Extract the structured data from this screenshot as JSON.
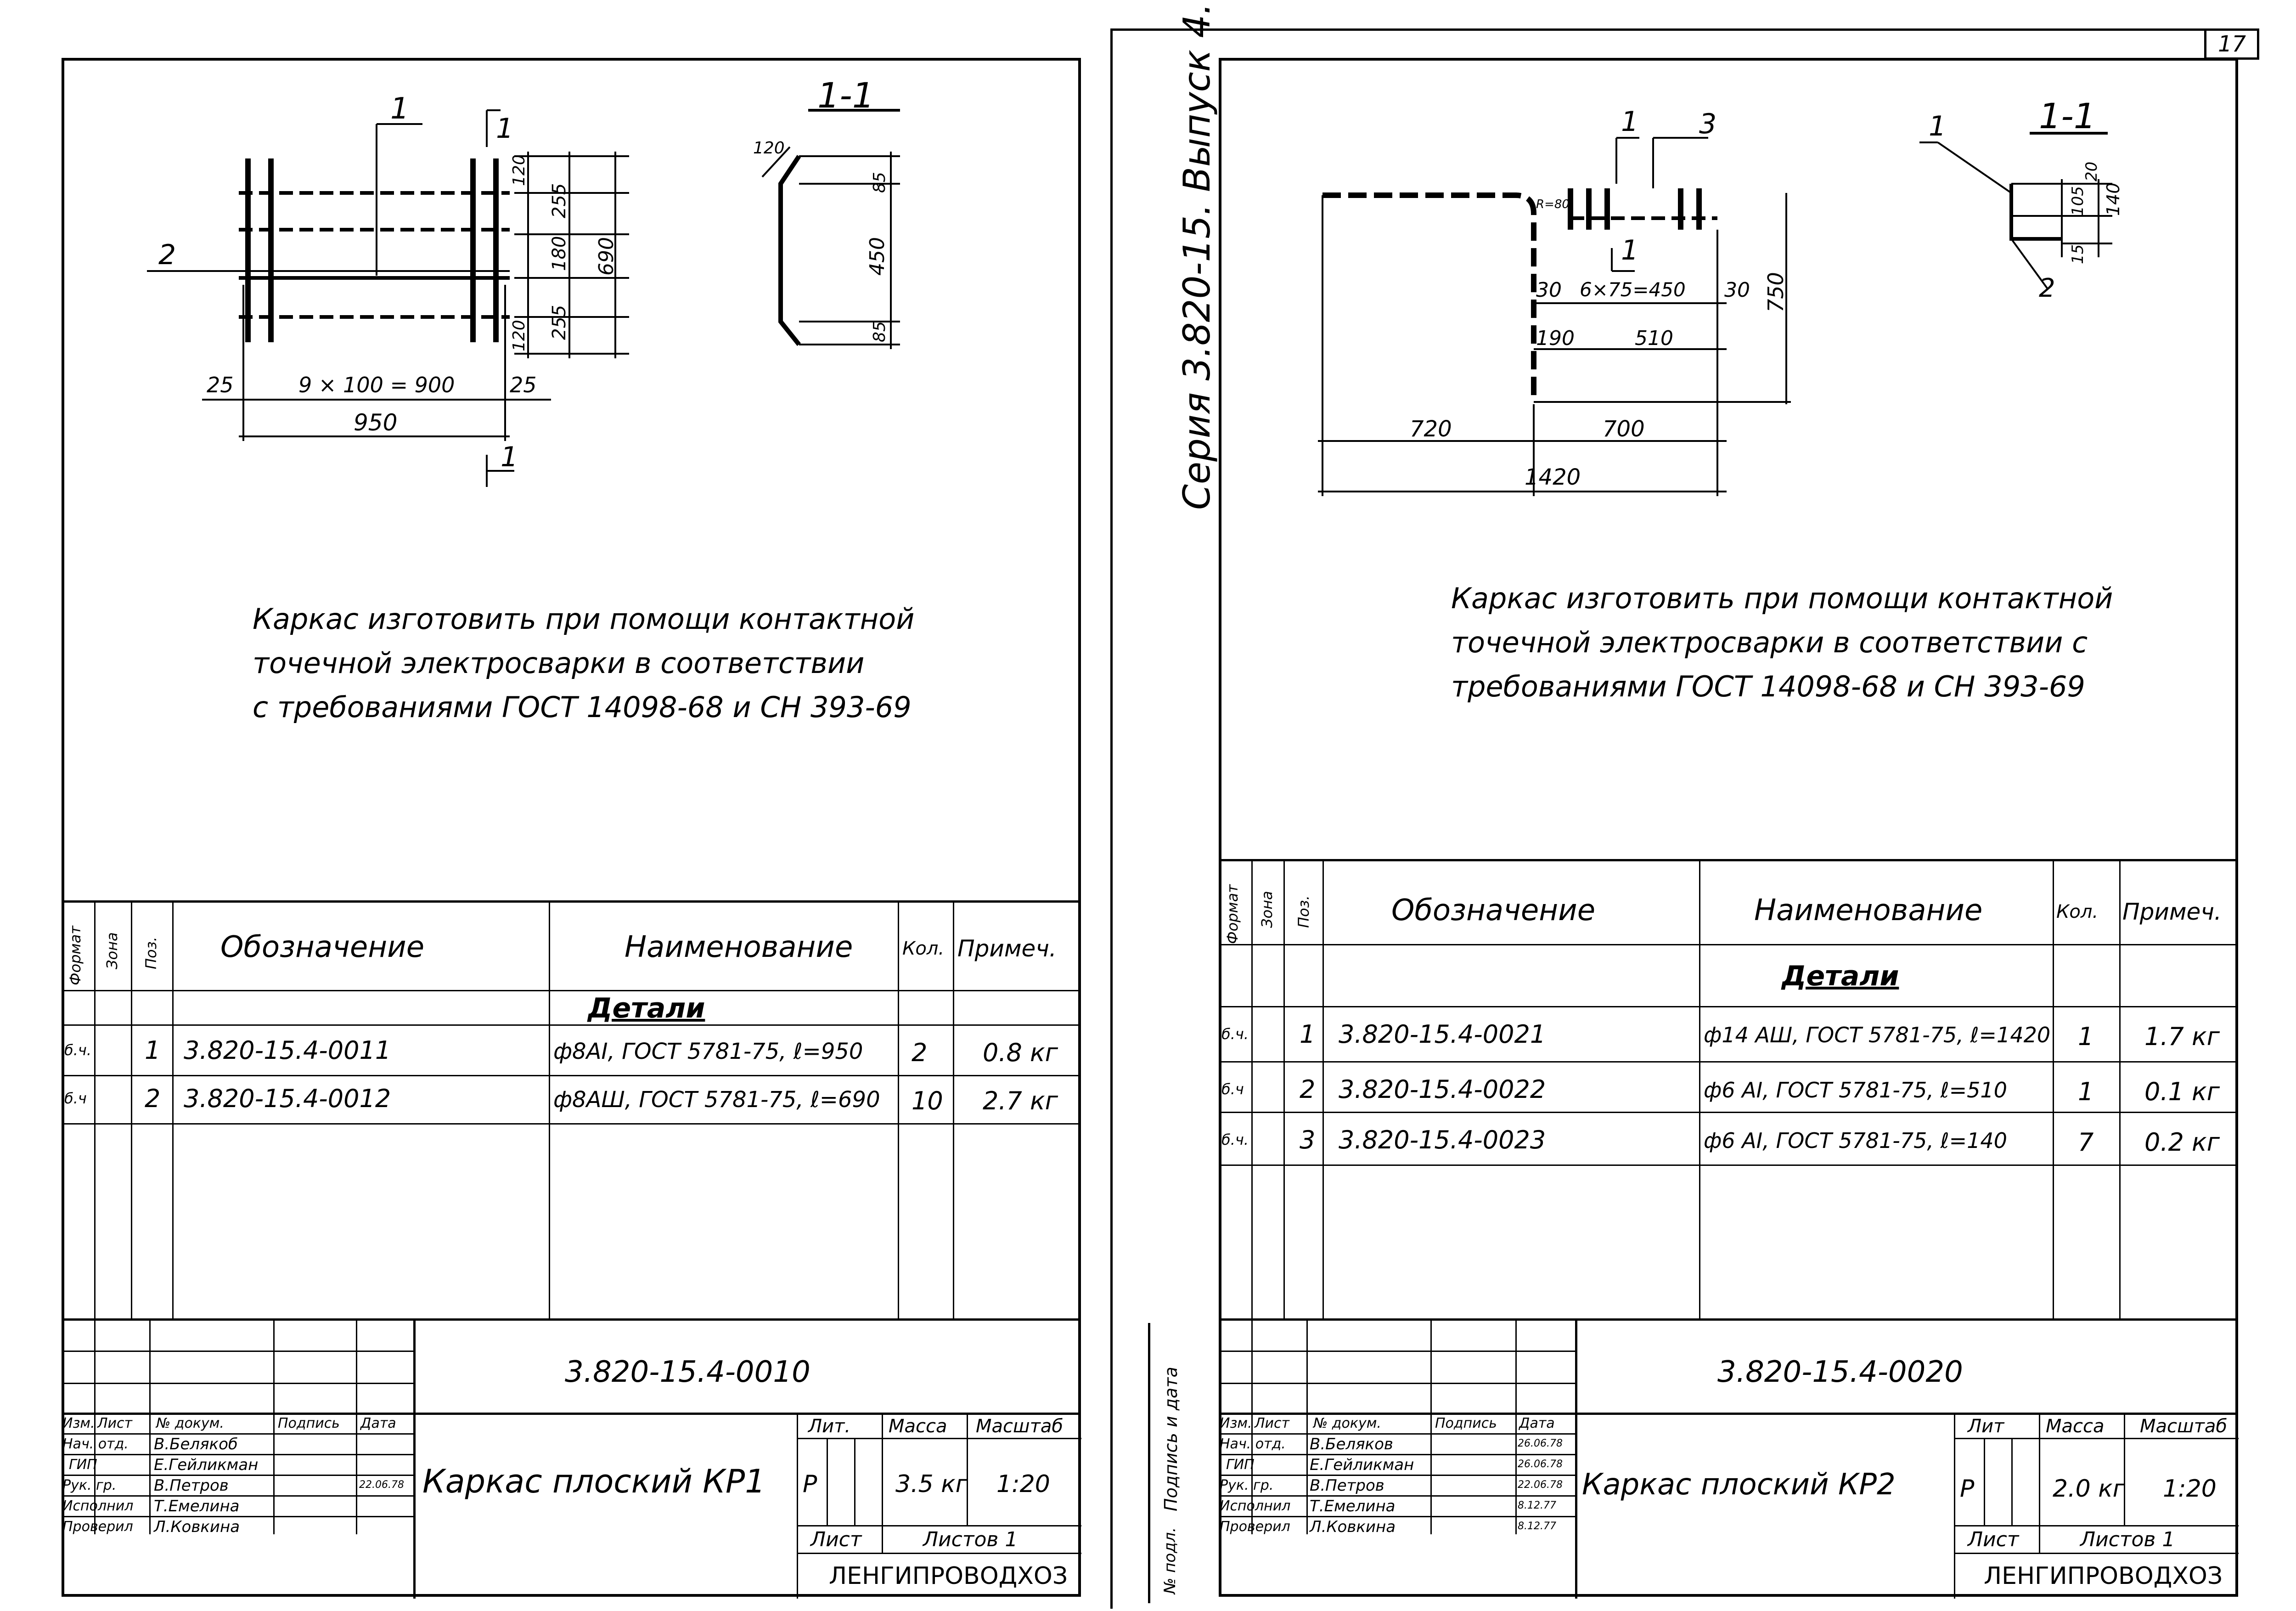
{
  "page_number": "17",
  "side_title": "Серия 3.820-15. Выпуск 4.",
  "left_sheet": {
    "section_label": "1-1",
    "cut_marks": [
      "1",
      "1",
      "1"
    ],
    "position_marks": [
      "2"
    ],
    "dims": {
      "d25a": "25",
      "d900": "9 × 100 = 900",
      "d25b": "25",
      "d950": "950",
      "d120a": "120",
      "d255a": "255",
      "d180": "180",
      "d255b": "255",
      "d120b": "120",
      "d690": "690",
      "s120": "120",
      "s85a": "85",
      "s450": "450",
      "s85b": "85"
    },
    "note": "Каркас изготовить при помощи контактной\nточечной электросварки в соответствии\nс требованиями ГОСТ 14098-68 и СН 393-69",
    "table": {
      "headers": {
        "format": "Формат",
        "zone": "Зона",
        "pos": "Поз.",
        "designation": "Обозначение",
        "name": "Наименование",
        "qty": "Кол.",
        "note": "Примеч."
      },
      "section": "Детали",
      "rows": [
        {
          "format": "б.ч.",
          "pos": "1",
          "designation": "3.820-15.4-0011",
          "name": "ф8АI, ГОСТ 5781-75, ℓ=950",
          "qty": "2",
          "note": "0.8 кг"
        },
        {
          "format": "б.ч",
          "pos": "2",
          "designation": "3.820-15.4-0012",
          "name": "ф8АШ, ГОСТ 5781-75, ℓ=690",
          "qty": "10",
          "note": "2.7 кг"
        }
      ]
    },
    "title_block": {
      "doc_number": "3.820-15.4-0010",
      "title": "Каркас плоский КР1",
      "col_headers": [
        "Изм.",
        "Лист",
        "№ докум.",
        "Подпись",
        "Дата"
      ],
      "staff": [
        {
          "role": "Нач. отд.",
          "name": "В.Белякоб",
          "date": ""
        },
        {
          "role": "ГИП",
          "name": "Е.Гейликман",
          "date": ""
        },
        {
          "role": "Рук. гр.",
          "name": "В.Петров",
          "date": "22.06.78"
        },
        {
          "role": "Исполнил",
          "name": "Т.Емелина",
          "date": ""
        },
        {
          "role": "Проверил",
          "name": "Л.Ковкина",
          "date": ""
        }
      ],
      "lit_label": "Лит.",
      "mass_label": "Масса",
      "scale_label": "Масштаб",
      "lit": "Р",
      "mass": "3.5 кг",
      "scale": "1:20",
      "sheet_label": "Лист",
      "sheets_label": "Листов 1",
      "org": "ЛЕНГИПРОВОДХОЗ"
    }
  },
  "right_sheet": {
    "section_label": "1-1",
    "cut_marks": [
      "1",
      "1"
    ],
    "position_marks": [
      "3",
      "1",
      "2"
    ],
    "dims": {
      "r80": "R=80",
      "d30a": "30",
      "d6x75": "6×75=450",
      "d30b": "30",
      "d750": "750",
      "d190": "190",
      "d510": "510",
      "d720": "720",
      "d700": "700",
      "d1420": "1420",
      "s20": "20",
      "s105": "105",
      "s140": "140",
      "s15": "15"
    },
    "note": "Каркас изготовить при помощи контактной\nточечной электросварки в соответствии с\nтребованиями ГОСТ 14098-68 и СН 393-69",
    "table": {
      "headers": {
        "format": "Формат",
        "zone": "Зона",
        "pos": "Поз.",
        "designation": "Обозначение",
        "name": "Наименование",
        "qty": "Кол.",
        "note": "Примеч."
      },
      "section": "Детали",
      "rows": [
        {
          "format": "б.ч.",
          "pos": "1",
          "designation": "3.820-15.4-0021",
          "name": "ф14 АШ, ГОСТ 5781-75, ℓ=1420",
          "qty": "1",
          "note": "1.7 кг"
        },
        {
          "format": "б.ч",
          "pos": "2",
          "designation": "3.820-15.4-0022",
          "name": "ф6 АI, ГОСТ 5781-75, ℓ=510",
          "qty": "1",
          "note": "0.1 кг"
        },
        {
          "format": "б.ч.",
          "pos": "3",
          "designation": "3.820-15.4-0023",
          "name": "ф6 АI, ГОСТ 5781-75, ℓ=140",
          "qty": "7",
          "note": "0.2 кг"
        }
      ]
    },
    "title_block": {
      "doc_number": "3.820-15.4-0020",
      "title": "Каркас плоский КР2",
      "col_headers": [
        "Изм.",
        "Лист",
        "№ докум.",
        "Подпись",
        "Дата"
      ],
      "staff": [
        {
          "role": "Нач. отд.",
          "name": "В.Беляков",
          "date": "26.06.78"
        },
        {
          "role": "ГИП",
          "name": "Е.Гейликман",
          "date": "26.06.78"
        },
        {
          "role": "Рук. гр.",
          "name": "В.Петров",
          "date": "22.06.78"
        },
        {
          "role": "Исполнил",
          "name": "Т.Емелина",
          "date": "8.12.77"
        },
        {
          "role": "Проверил",
          "name": "Л.Ковкина",
          "date": "8.12.77"
        }
      ],
      "lit_label": "Лит",
      "mass_label": "Масса",
      "scale_label": "Масштаб",
      "lit": "Р",
      "mass": "2.0 кг",
      "scale": "1:20",
      "sheet_label": "Лист",
      "sheets_label": "Листов 1",
      "org": "ЛЕНГИПРОВОДХОЗ"
    },
    "side_stamps": [
      "Подпись и дата",
      "№ подл."
    ]
  }
}
